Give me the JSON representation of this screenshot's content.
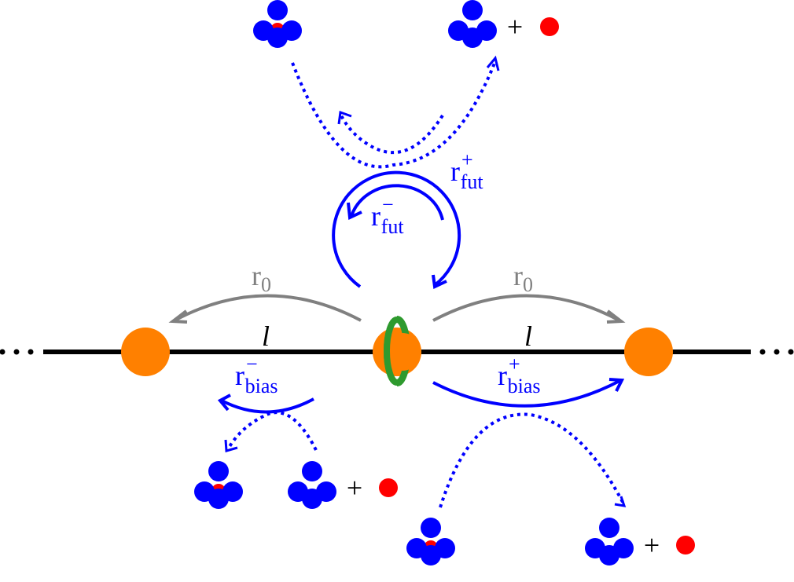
{
  "colors": {
    "lattice_line": "#000000",
    "site": "#ff8000",
    "ring": "#2e9a2e",
    "blue": "#0000ff",
    "gray": "#808080",
    "red": "#ff0000"
  },
  "lattice": {
    "ellipsis_left": "…",
    "ellipsis_right": "…",
    "spacing_label_left": "l",
    "spacing_label_right": "l"
  },
  "rates": {
    "r0_left": {
      "base": "r",
      "sub": "0",
      "sup": ""
    },
    "r0_right": {
      "base": "r",
      "sub": "0",
      "sup": ""
    },
    "rfut_plus": {
      "base": "r",
      "sub": "fut",
      "sup": "+"
    },
    "rfut_minus": {
      "base": "r",
      "sub": "fut",
      "sup": "−"
    },
    "rbias_minus": {
      "base": "r",
      "sub": "bias",
      "sup": "−"
    },
    "rbias_plus": {
      "base": "r",
      "sub": "bias",
      "sup": "+"
    }
  },
  "reactions": {
    "plus_sign": "+",
    "top_left": "ATP-bound complex",
    "top_right": "hydrolyzed complex + phosphate",
    "bottom_left_left": "ATP-bound complex",
    "bottom_left_right": "hydrolyzed complex + phosphate",
    "bottom_right_left": "ATP-bound complex",
    "bottom_right_right": "hydrolyzed complex + phosphate"
  }
}
